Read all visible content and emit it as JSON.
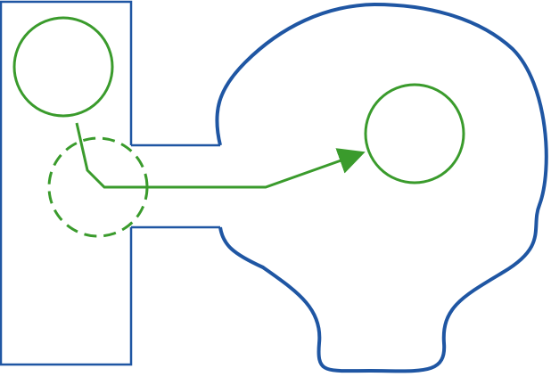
{
  "diagram": {
    "colors": {
      "outline": "#1f56a3",
      "accent": "#3a9b2c",
      "background": "#ffffff"
    },
    "elements": {
      "left_panel": {
        "kind": "rectangle",
        "style": "solid"
      },
      "corridor": {
        "kind": "channel",
        "style": "solid"
      },
      "right_blob": {
        "kind": "freeform",
        "style": "solid"
      },
      "top_circle": {
        "kind": "circle",
        "style": "solid"
      },
      "dashed_circle": {
        "kind": "circle",
        "style": "dashed"
      },
      "target_circle": {
        "kind": "circle",
        "style": "solid"
      },
      "path": {
        "kind": "polyline",
        "style": "solid",
        "end": "arrow"
      }
    }
  }
}
